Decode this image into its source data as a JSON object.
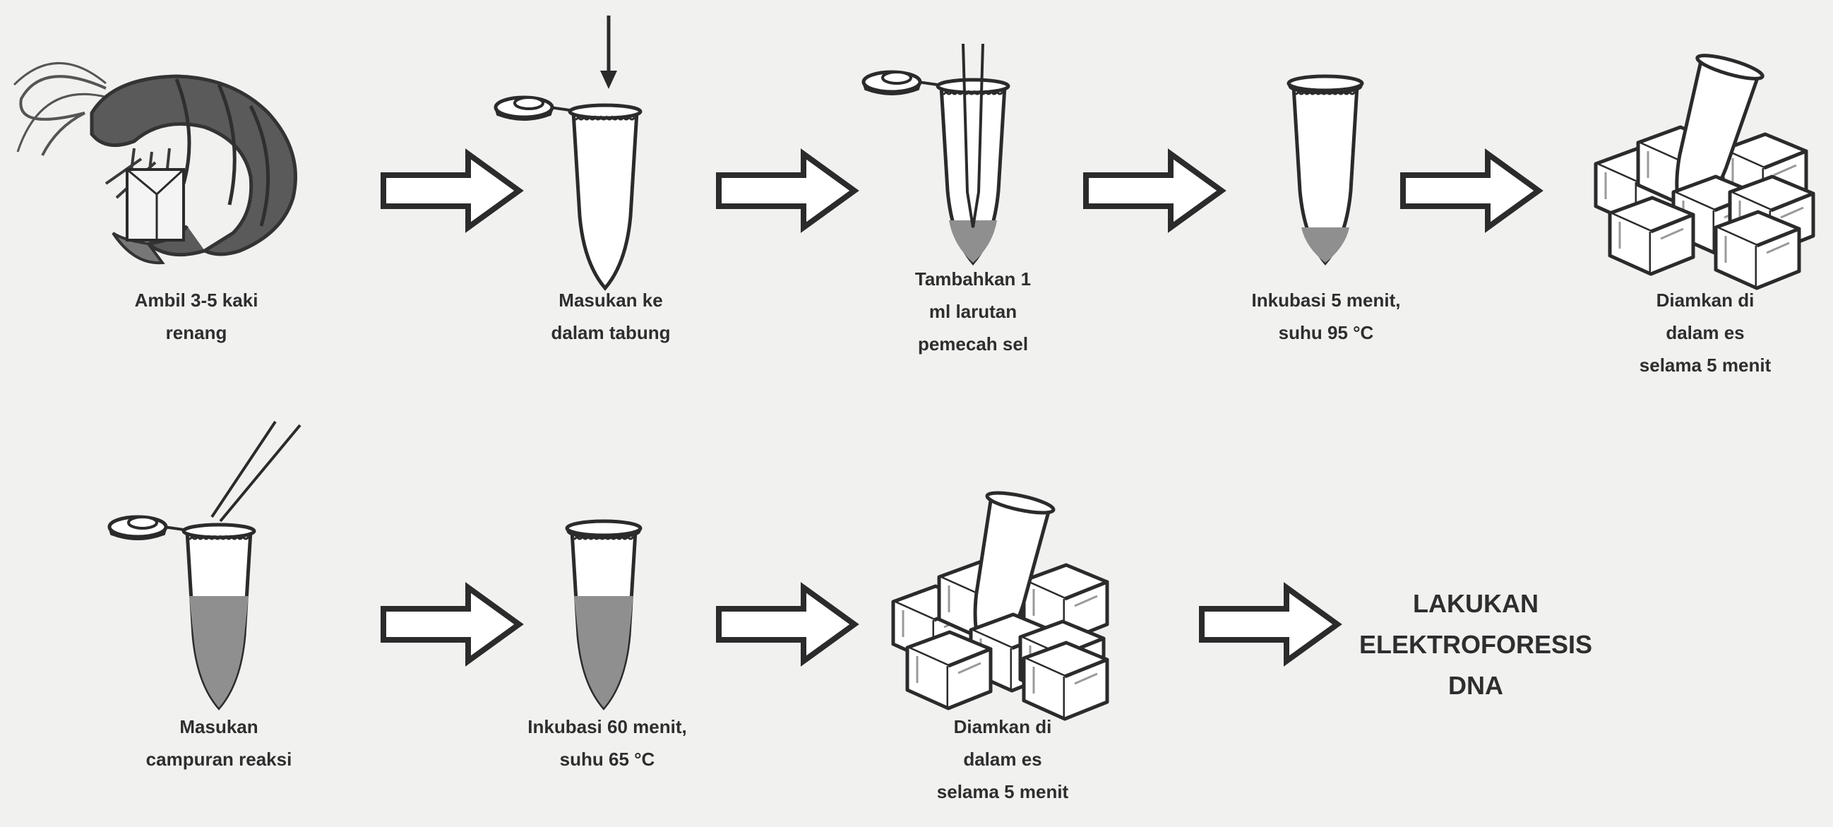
{
  "steps": [
    {
      "id": "step1",
      "icon": "shrimp-icon",
      "lines": [
        "Ambil 3-5 kaki",
        "renang"
      ]
    },
    {
      "id": "step2",
      "icon": "tube-icon",
      "lines": [
        "Masukan ke",
        "dalam tabung"
      ]
    },
    {
      "id": "step3",
      "icon": "tube-pipette-icon",
      "lines": [
        "Tambahkan 1",
        "ml larutan",
        "pemecah sel"
      ]
    },
    {
      "id": "step4",
      "icon": "tube-incubate-icon",
      "lines": [
        "Inkubasi 5 menit,",
        "suhu 95 °C"
      ]
    },
    {
      "id": "step5",
      "icon": "tube-in-ice-icon",
      "lines": [
        "Diamkan di",
        "dalam es",
        "selama 5 menit"
      ]
    },
    {
      "id": "step6",
      "icon": "tube-pipette-icon",
      "lines": [
        "Masukan",
        "campuran reaksi"
      ]
    },
    {
      "id": "step7",
      "icon": "tube-incubate-icon",
      "lines": [
        "Inkubasi 60 menit,",
        "suhu 65 °C"
      ]
    },
    {
      "id": "step8",
      "icon": "tube-in-ice-icon",
      "lines": [
        "Diamkan di",
        "dalam es",
        "selama 5 menit"
      ]
    }
  ],
  "final_step": {
    "lines": [
      "LAKUKAN",
      "ELEKTROFORESIS",
      "DNA"
    ]
  },
  "colors": {
    "background": "#f1f1f0",
    "ink": "#2b2b2b",
    "liquid": "#8f8f8f",
    "shrimp": "#555555"
  }
}
